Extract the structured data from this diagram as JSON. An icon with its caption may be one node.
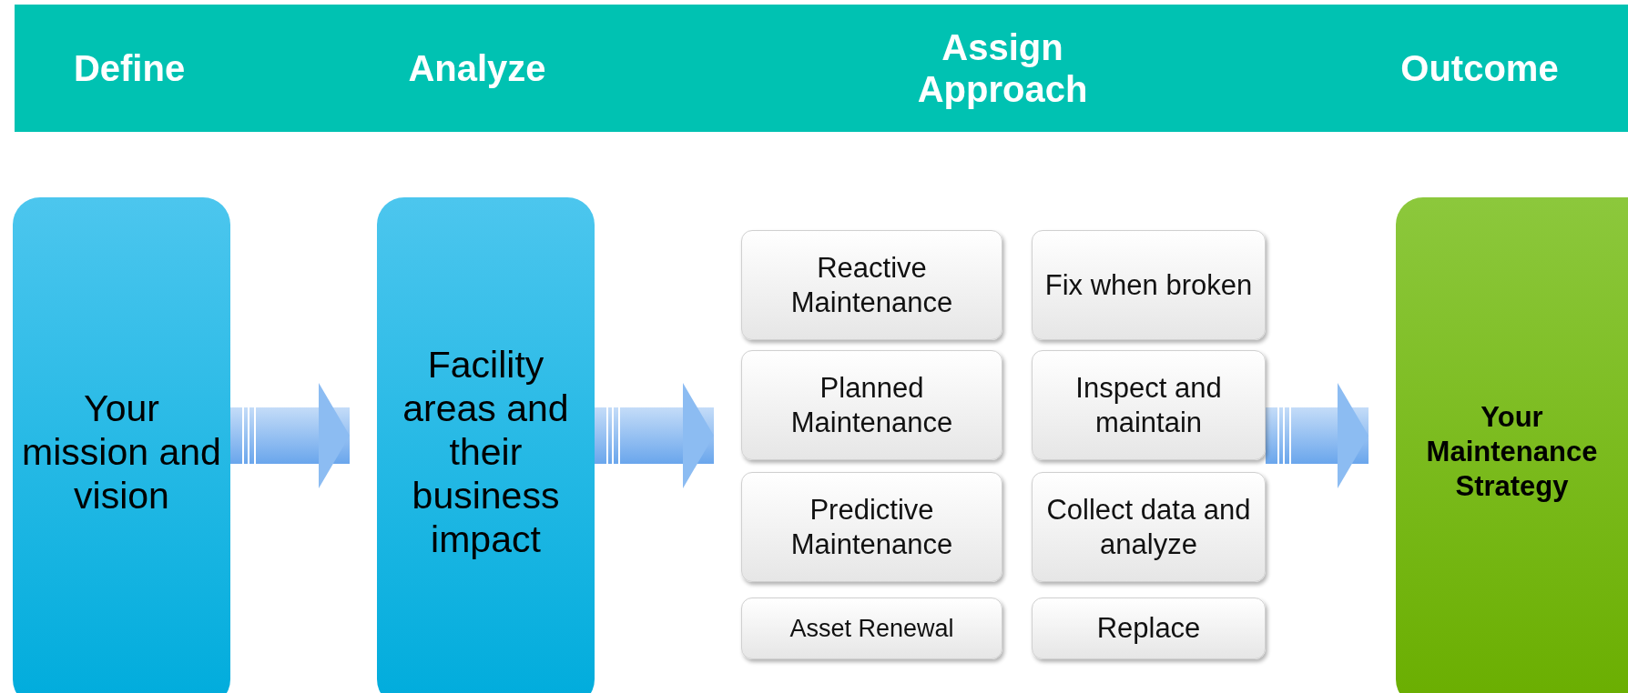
{
  "diagram": {
    "nodes": [
      {
        "text": [
          "Define",
          "Analyze",
          "Assign Approach",
          "Outcome"
        ]
      },
      {
        "text": [
          "Your mission and vision"
        ]
      },
      {
        "text": [
          "Facility areas and their business impact"
        ]
      },
      {
        "text": [
          "Reactive Maintenance"
        ]
      },
      {
        "text": [
          "Fix when broken"
        ]
      },
      {
        "text": [
          "Planned Maintenance"
        ]
      },
      {
        "text": [
          "Inspect and maintain"
        ]
      },
      {
        "text": [
          "Predictive Maintenance"
        ]
      },
      {
        "text": [
          "Collect data and analyze"
        ]
      },
      {
        "text": [
          "Asset Renewal"
        ]
      },
      {
        "text": [
          "Replace"
        ]
      },
      {
        "text": [
          "Your Maintenance Strategy"
        ]
      }
    ],
    "edges": [
      {
        "from": 1,
        "to": 2,
        "arrow": "to"
      },
      {
        "from": 2,
        "to": 5,
        "arrow": "to"
      },
      {
        "from": 6,
        "to": 11,
        "arrow": "to"
      }
    ]
  }
}
